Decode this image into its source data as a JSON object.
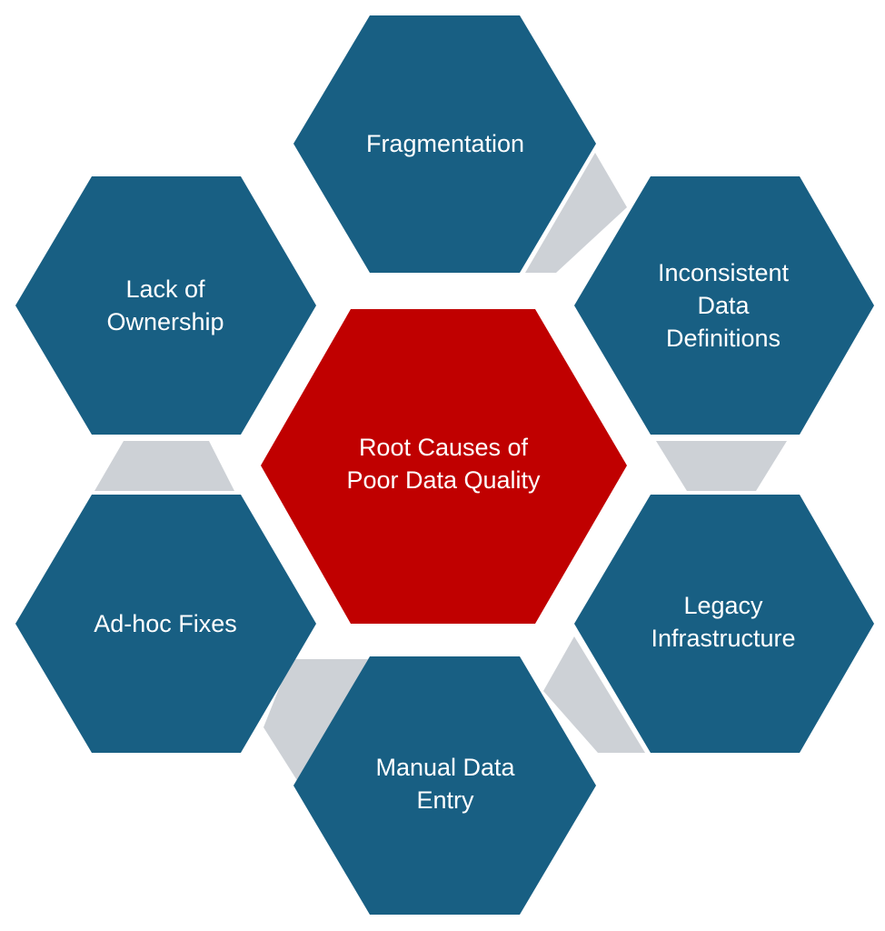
{
  "colors": {
    "outer_hexagon": "#185f83",
    "center_hexagon": "#c00000",
    "connector": "#cdd1d6",
    "text": "#ffffff",
    "background": "#ffffff"
  },
  "center": {
    "label": "Root Causes of\nPoor Data Quality"
  },
  "causes": {
    "fragmentation": "Fragmentation",
    "inconsistent_definitions": "Inconsistent\nData\nDefinitions",
    "legacy_infrastructure": "Legacy\nInfrastructure",
    "manual_data_entry": "Manual Data\nEntry",
    "ad_hoc_fixes": "Ad-hoc Fixes",
    "lack_of_ownership": "Lack of\nOwnership"
  }
}
